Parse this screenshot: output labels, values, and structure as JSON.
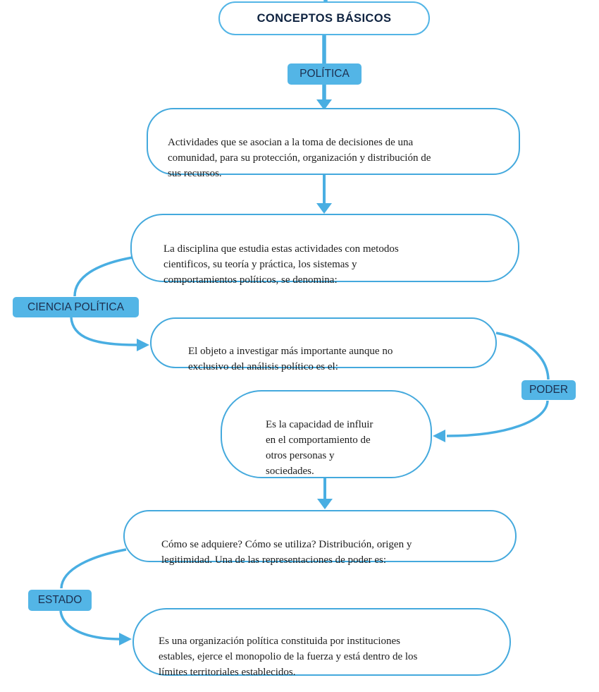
{
  "diagram": {
    "title": "CONCEPTOS BÁSICOS",
    "labels": {
      "politica": "POLÍTICA",
      "ciencia_politica": "CIENCIA POLÍTICA",
      "poder": "PODER",
      "estado": "ESTADO"
    },
    "nodes": {
      "politica_definition": "Actividades que se asocian a la toma de decisiones de una\ncomunidad, para su protección, organización y distribución de\nsus recursos.",
      "ciencia_politica_question": "La disciplina que estudia estas actividades con metodos\ncientificos, su teoría y práctica, los sistemas y\ncomportamientos políticos, se denomina:",
      "poder_question": "El objeto a investigar más importante aunque no\nexclusivo del análisis político es el:",
      "poder_definition": "Es la capacidad de influir\nen el comportamiento de\notros personas y\nsociedades.",
      "estado_question": "Cómo se adquiere? Cómo se utiliza? Distribución, origen y\nlegitimidad. Una de las representaciones de poder es:",
      "estado_definition": "Es una organización política constituida por instituciones\nestables, ejerce el monopolio de la fuerza y está dentro de los\nlímites territoriales establecidos."
    },
    "colors": {
      "label_fill": "#53B5E6",
      "line": "#49AEE2",
      "box_border": "#44A9DD",
      "label_text": "#1C2F4F",
      "box_text": "#1C1C1C",
      "title_text": "#0F2340"
    }
  }
}
